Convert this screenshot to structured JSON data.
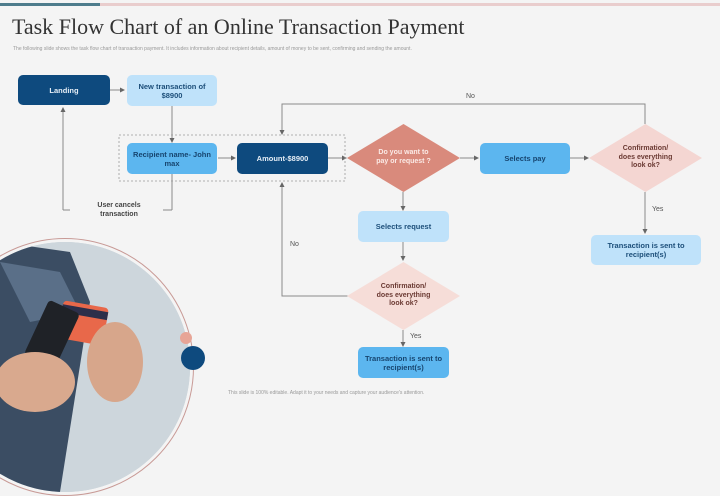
{
  "header": {
    "title": "Task Flow Chart of an Online Transaction Payment",
    "subtitle": "The following slide shows the task flow chart of transaction payment. It includes information about recipient details, amount of money to be sent, confirming and sending the amount."
  },
  "colors": {
    "dark_blue": "#0e4a7e",
    "light_blue": "#bfe2fa",
    "mid_blue": "#5cb6ef",
    "salmon": "#d98a7c",
    "pale_pink": "#f4d6d2",
    "top_bar_left": "#4e7c8c",
    "top_bar_right": "#e9cdcd"
  },
  "nodes": {
    "landing": "Landing",
    "new_transaction": "New transaction of $8900",
    "recipient": "Recipient name- John max",
    "amount": "Amount-$8900",
    "pay_or_request": "Do you want to pay or request ?",
    "selects_pay": "Selects pay",
    "confirm_top": "Confirmation/ does everything look ok?",
    "sent_top": "Transaction is sent to recipient(s)",
    "selects_request": "Selects request",
    "confirm_bottom": "Confirmation/ does everything look ok?",
    "sent_bottom": "Transaction is sent to recipient(s)",
    "user_cancels": "User cancels transaction"
  },
  "edge_labels": {
    "no_top": "No",
    "yes_right": "Yes",
    "no_left": "No",
    "yes_bottom": "Yes"
  },
  "image": {
    "description": "Person holding a smartphone and a credit card"
  },
  "footer": {
    "text": "This slide is 100% editable. Adapt it to your needs and capture your audience's attention."
  }
}
